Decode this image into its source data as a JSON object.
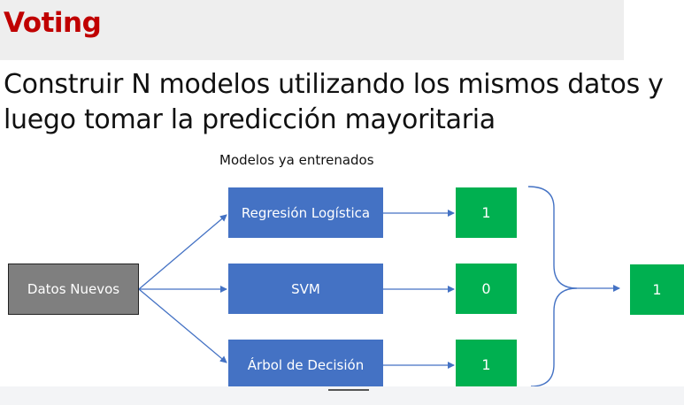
{
  "slide": {
    "title": "Voting",
    "subtitle": "Construir N modelos utilizando los mismos datos y luego tomar la predicción mayoritaria"
  },
  "diagram": {
    "caption": "Modelos ya entrenados",
    "input_label": "Datos Nuevos",
    "models": [
      {
        "label": "Regresión Logística",
        "prediction": "1"
      },
      {
        "label": "SVM",
        "prediction": "0"
      },
      {
        "label": "Árbol de Decisión",
        "prediction": "1"
      }
    ],
    "final_prediction": "1"
  },
  "colors": {
    "title": "#c00000",
    "model_box": "#4472c4",
    "prediction_box": "#00b050",
    "input_box": "#7f7f7f",
    "arrow": "#4472c4"
  }
}
